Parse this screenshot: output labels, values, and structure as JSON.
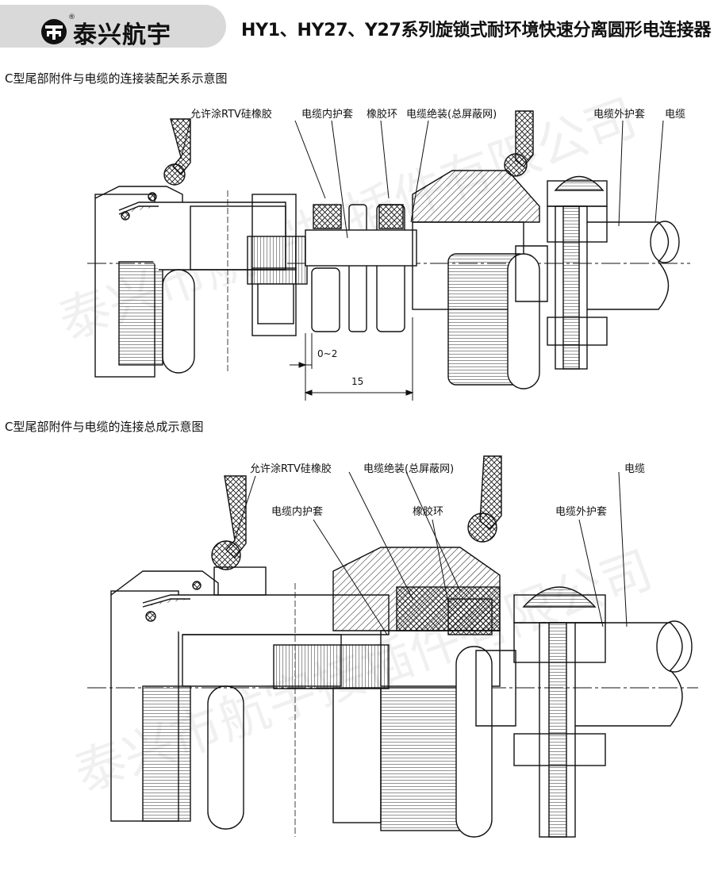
{
  "header": {
    "brand": "泰兴航宇",
    "series_title": "HY1、HY27、Y27系列旋锁式耐环境快速分离圆形电连接器"
  },
  "figure1": {
    "caption": "C型尾部附件与电缆的连接装配关系示意图",
    "labels": {
      "rtv": "允许涂RTV硅橡胶",
      "inner_sheath": "电缆内护套",
      "rubber_ring": "橡胶环",
      "shield": "电缆绝装(总屏蔽网)",
      "outer_sheath": "电缆外护套",
      "cable": "电缆"
    },
    "dims": {
      "gap": "0~2",
      "length": "15"
    }
  },
  "figure2": {
    "caption": "C型尾部附件与电缆的连接总成示意图",
    "labels": {
      "rtv": "允许涂RTV硅橡胶",
      "shield": "电缆绝装(总屏蔽网)",
      "cable": "电缆",
      "inner_sheath": "电缆内护套",
      "rubber_ring": "橡胶环",
      "outer_sheath": "电缆外护套"
    }
  }
}
